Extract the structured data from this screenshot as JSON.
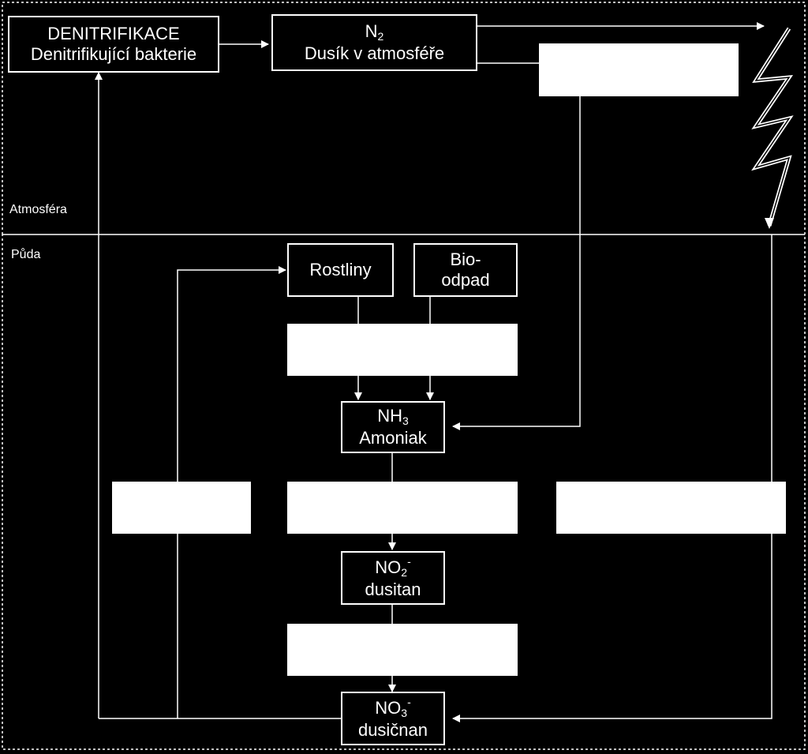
{
  "regions": {
    "top": "Atmosféra",
    "bottom": "Půda"
  },
  "nodes": {
    "denitrification": {
      "line1": "DENITRIFIKACE",
      "line2": "Denitrifikující bakterie"
    },
    "n2": {
      "formula_base": "N",
      "formula_sub": "2",
      "name": "Dusík v atmosféře"
    },
    "plants": {
      "label": "Rostliny"
    },
    "biowaste": {
      "line1": "Bio-",
      "line2": "odpad"
    },
    "ammonia": {
      "formula_base": "NH",
      "formula_sub": "3",
      "name": "Amoniak"
    },
    "nitrite": {
      "formula_base": "NO",
      "formula_sub": "2",
      "formula_sup": "-",
      "name": "dusitan"
    },
    "nitrate": {
      "formula_base": "NO",
      "formula_sub": "3",
      "formula_sup": "-",
      "name": "dusičnan"
    }
  },
  "blank_labels": [
    "",
    "",
    "",
    "",
    "",
    "",
    ""
  ],
  "colors": {
    "background": "#000000",
    "foreground": "#ffffff"
  }
}
